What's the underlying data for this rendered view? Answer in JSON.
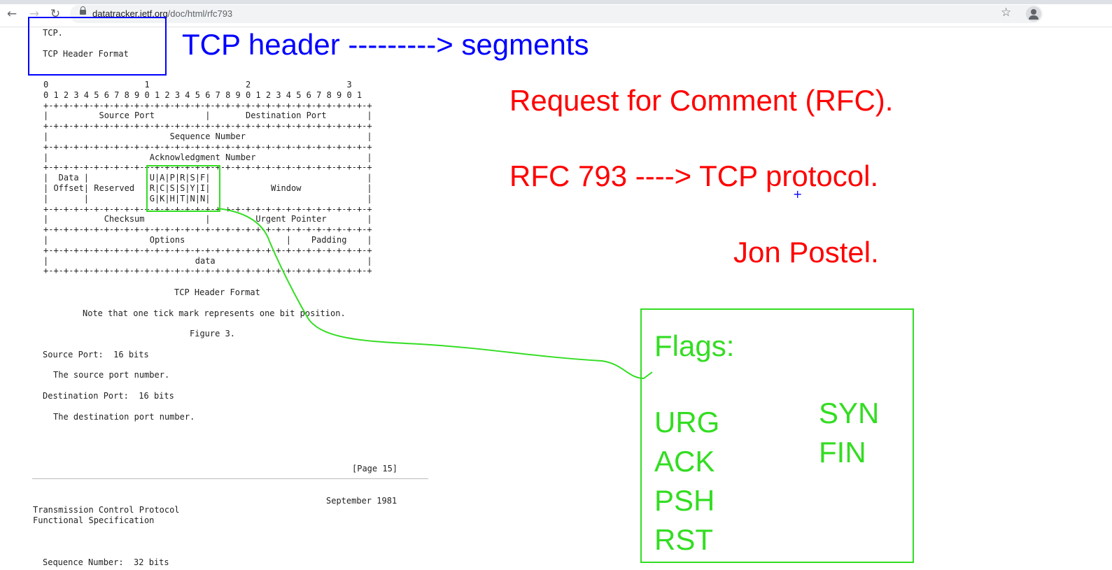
{
  "browser": {
    "url_host": "datatracker.ietf.org",
    "url_path": "/doc/html/rfc793"
  },
  "document": {
    "pre_head": "TCP.\n\nTCP Header Format",
    "header_diagram": "0                   1                   2                   3\n0 1 2 3 4 5 6 7 8 9 0 1 2 3 4 5 6 7 8 9 0 1 2 3 4 5 6 7 8 9 0 1\n+-+-+-+-+-+-+-+-+-+-+-+-+-+-+-+-+-+-+-+-+-+-+-+-+-+-+-+-+-+-+-+-+\n|          Source Port          |       Destination Port        |\n+-+-+-+-+-+-+-+-+-+-+-+-+-+-+-+-+-+-+-+-+-+-+-+-+-+-+-+-+-+-+-+-+\n|                        Sequence Number                        |\n+-+-+-+-+-+-+-+-+-+-+-+-+-+-+-+-+-+-+-+-+-+-+-+-+-+-+-+-+-+-+-+-+\n|                    Acknowledgment Number                      |\n+-+-+-+-+-+-+-+-+-+-+-+-+-+-+-+-+-+-+-+-+-+-+-+-+-+-+-+-+-+-+-+-+\n|  Data |           |U|A|P|R|S|F|                               |\n| Offset| Reserved  |R|C|S|S|Y|I|            Window             |\n|       |           |G|K|H|T|N|N|                               |\n+-+-+-+-+-+-+-+-+-+-+-+-+-+-+-+-+-+-+-+-+-+-+-+-+-+-+-+-+-+-+-+-+\n|           Checksum            |         Urgent Pointer        |\n+-+-+-+-+-+-+-+-+-+-+-+-+-+-+-+-+-+-+-+-+-+-+-+-+-+-+-+-+-+-+-+-+\n|                    Options                    |    Padding    |\n+-+-+-+-+-+-+-+-+-+-+-+-+-+-+-+-+-+-+-+-+-+-+-+-+-+-+-+-+-+-+-+-+\n|                             data                              |\n+-+-+-+-+-+-+-+-+-+-+-+-+-+-+-+-+-+-+-+-+-+-+-+-+-+-+-+-+-+-+-+-+",
    "caption": "TCP Header Format",
    "note": "Note that one tick mark represents one bit position.",
    "figure": "Figure 3.",
    "source_port_title": "Source Port:  16 bits",
    "source_port_desc": "The source port number.",
    "dest_port_title": "Destination Port:  16 bits",
    "dest_port_desc": "The destination port number.",
    "page_number": "[Page 15]",
    "date": "September 1981",
    "footer_title_1": "Transmission Control Protocol",
    "footer_title_2": "Functional Specification",
    "next_field": "Sequence Number:  32 bits"
  },
  "annotations": {
    "heading": "TCP header ---------> segments",
    "rfc_line": "Request for Comment (RFC).",
    "rfc793_line": "RFC 793 ----> TCP protocol.",
    "author": "Jon Postel.",
    "flags_title": "Flags:",
    "flags_left": [
      "URG",
      "ACK",
      "PSH",
      "RST"
    ],
    "flags_right": [
      "SYN",
      "FIN"
    ],
    "colors": {
      "blue": "#0000ff",
      "red": "#ff0000",
      "green": "#33dd22"
    }
  }
}
